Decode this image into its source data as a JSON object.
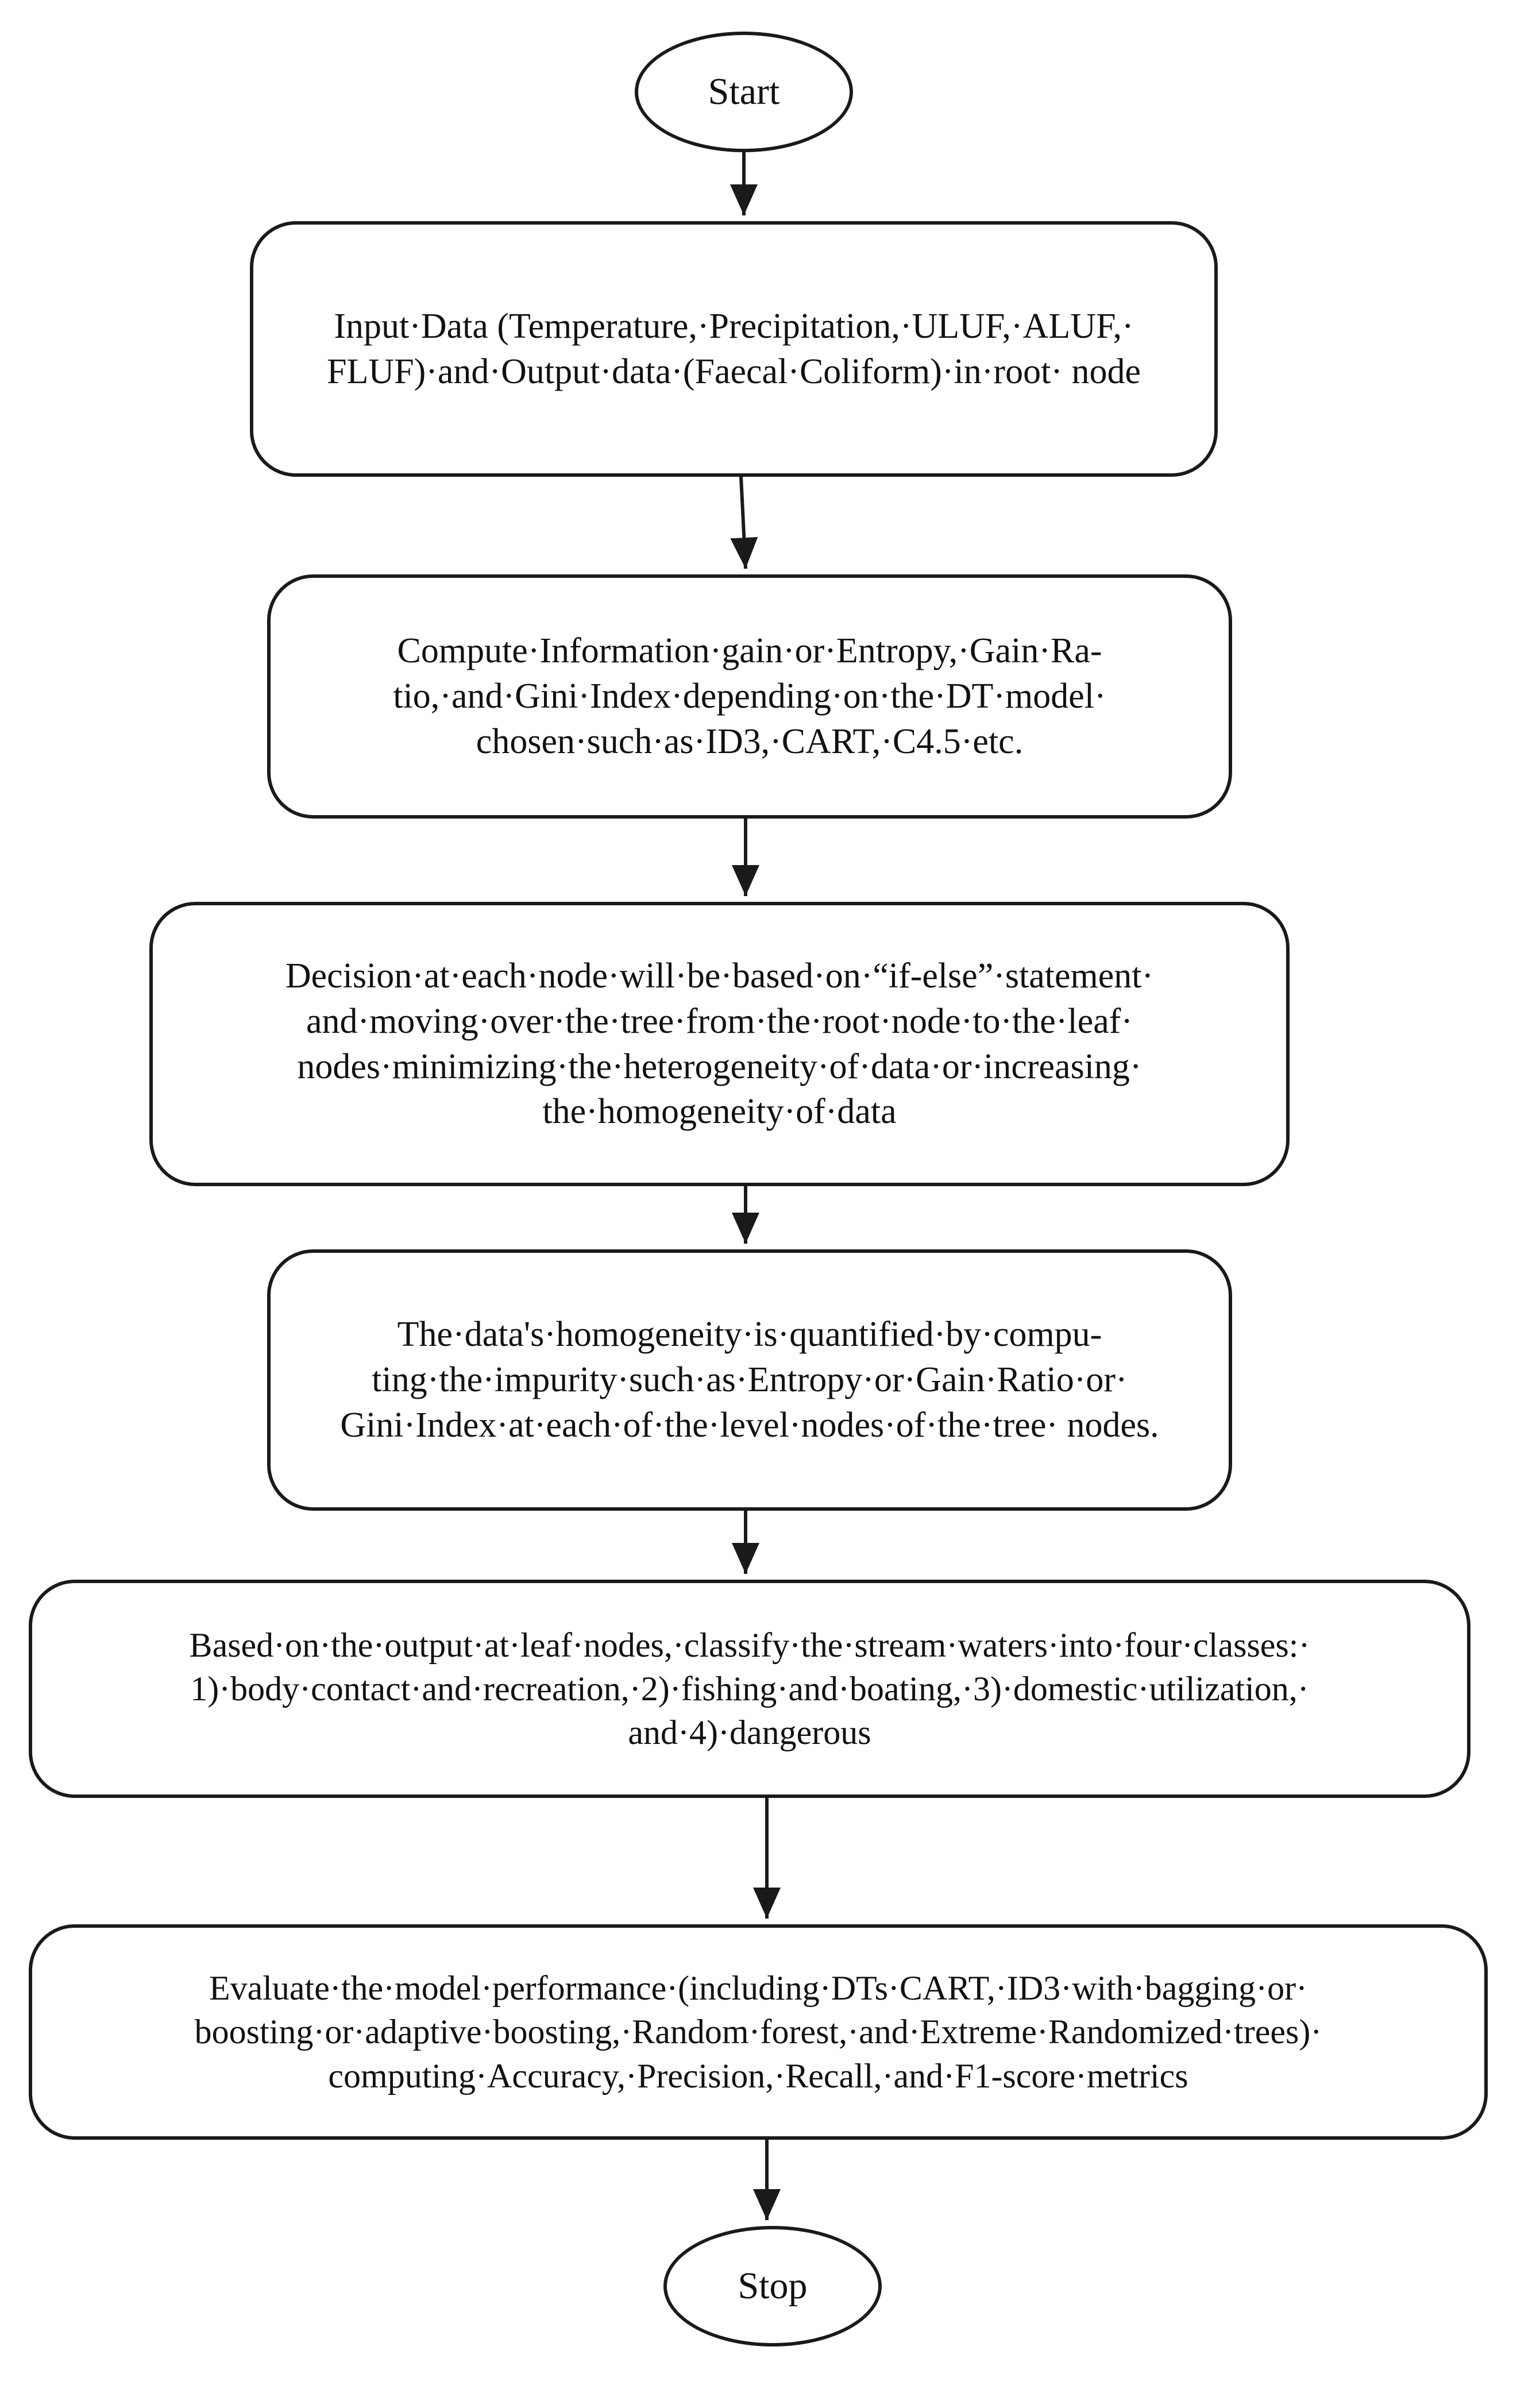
{
  "nodes": {
    "start": "Start",
    "input": "Input·Data (Temperature,·Precipitation,·ULUF,·ALUF,· FLUF)·and·Output·data·(Faecal·Coliform)·in·root· node",
    "compute": "Compute·Information·gain·or·Entropy,·Gain·Ra-tio,·and·Gini·Index·depending·on·the·DT·model· chosen·such·as·ID3,·CART,·C4.5·etc.",
    "decision": "Decision·at·each·node·will·be·based·on·“if-else”·statement· and·moving·over·the·tree·from·the·root·node·to·the·leaf· nodes·minimizing·the·heterogeneity·of·data·or·increasing· the·homogeneity·of·data",
    "homogeneity": "The·data's·homogeneity·is·quantified·by·compu-ting·the·impurity·such·as·Entropy·or·Gain·Ratio·or· Gini·Index·at·each·of·the·level·nodes·of·the·tree· nodes.",
    "classify": "Based·on·the·output·at·leaf·nodes,·classify·the·stream·waters·into·four·classes:· 1)·body·contact·and·recreation,·2)·fishing·and·boating,·3)·domestic·utilization,· and·4)·dangerous",
    "evaluate": "Evaluate·the·model·performance·(including·DTs·CART,·ID3·with·bagging·or· boosting·or·adaptive·boosting,·Random·forest,·and·Extreme·Randomized·trees)· computing·Accuracy,·Precision,·Recall,·and·F1-score·metrics",
    "stop": "Stop"
  }
}
